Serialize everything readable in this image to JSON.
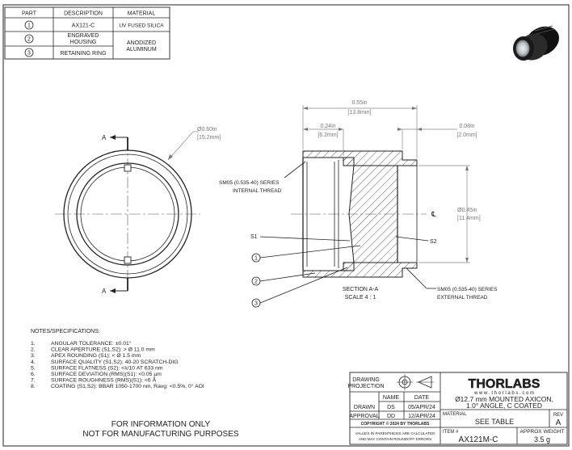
{
  "parts_table": {
    "headers": [
      "PART",
      "DESCRIPTION",
      "MATERIAL"
    ],
    "rows": [
      {
        "part": "1",
        "description": "AX121-C",
        "material": "UV FUSED SILICA"
      },
      {
        "part": "2",
        "description_line1": "ENGRAVED",
        "description_line2": "HOUSING",
        "material_line1": "ANODIZED",
        "material_line2": "ALUMINUM"
      },
      {
        "part": "3",
        "description": "RETAINING RING"
      }
    ]
  },
  "front_view": {
    "section_label_top": "A",
    "section_label_bottom": "A",
    "diameter_in": "Ø0.60in",
    "diameter_mm": "[15.2mm]"
  },
  "section_view": {
    "overall_length_in": "0.55in",
    "overall_length_mm": "[13.8mm]",
    "internal_depth_in": "0.24in",
    "internal_depth_mm": "[6.2mm]",
    "external_thread_in": "0.08in",
    "external_thread_mm": "[2.0mm]",
    "outer_diameter_in": "Ø0.45in",
    "outer_diameter_mm": "[11.4mm]",
    "centerline_symbol": "℄",
    "internal_thread_line1": "SM05 (0.535-40) SERIES",
    "internal_thread_line2": "INTERNAL THREAD",
    "external_thread_line1": "SM05 (0.535-40) SERIES",
    "external_thread_line2": "EXTERNAL THREAD",
    "s1_label": "S1",
    "s2_label": "S2",
    "callout_1": "1",
    "callout_2": "2",
    "callout_3": "3",
    "section_title": "SECTION A-A",
    "section_scale": "SCALE 4 : 1"
  },
  "notes": {
    "heading": "NOTES/SPECIFICATIONS:",
    "items": [
      {
        "num": "1.",
        "text": "ANGULAR TOLERANCE: ±0.01°"
      },
      {
        "num": "2.",
        "text": "CLEAR APERTURE (S1,S2): > Ø 11.0 mm"
      },
      {
        "num": "3.",
        "text": "APEX ROUNDING (S1): < Ø 1.5 mm"
      },
      {
        "num": "4.",
        "text": "SURFACE QUALITY (S1,S2): 40-20 SCRATCH-DIG"
      },
      {
        "num": "5.",
        "text": "SURFACE FLATNESS (S2): <λ/10 AT 633 nm"
      },
      {
        "num": "6.",
        "text": "SURFACE DEVIATION (RMS)(S1): <0.05 µm"
      },
      {
        "num": "7.",
        "text": "SURFACE ROUGHNESS (RMS)(S1): <6 Å"
      },
      {
        "num": "8.",
        "text": "COATING (S1,S2): BBAR 1050-1700 nm, Ravg: <0.5%, 0° AOI"
      }
    ]
  },
  "disclaimer": {
    "line1": "FOR INFORMATION ONLY",
    "line2": "NOT FOR MANUFACTURING PURPOSES"
  },
  "title_block": {
    "projection_line1": "DRAWING",
    "projection_line2": "PROJECTION",
    "logo": "THORLABS",
    "website": "w w w . t h o r l a b s . c o m",
    "title_line1": "Ø12.7 mm MOUNTED AXICON,",
    "title_line2": "1.0° ANGLE, C COATED",
    "name_header": "NAME",
    "date_header": "DATE",
    "drawn_label": "DRAWN",
    "drawn_name": "DS",
    "drawn_date": "05/APR/24",
    "approval_label": "APPROVAL",
    "approval_name": "DD",
    "approval_date": "12/APR/24",
    "material_label": "MATERIAL",
    "material_value": "SEE TABLE",
    "rev_label": "REV",
    "rev_value": "A",
    "copyright": "COPYRIGHT © 2024 BY THORLABS",
    "rounding_line1": "VALUES IN PARENTHESIS ARE CALCULATED",
    "rounding_line2": "AND MAY CONTAIN ROUNDOFF ERRORS",
    "item_label": "ITEM #",
    "item_value": "AX121M-C",
    "weight_label": "APPROX WEIGHT",
    "weight_value": "3.5 g"
  },
  "colors": {
    "line": "#222222",
    "dimension": "#777777",
    "background": "#ffffff"
  }
}
